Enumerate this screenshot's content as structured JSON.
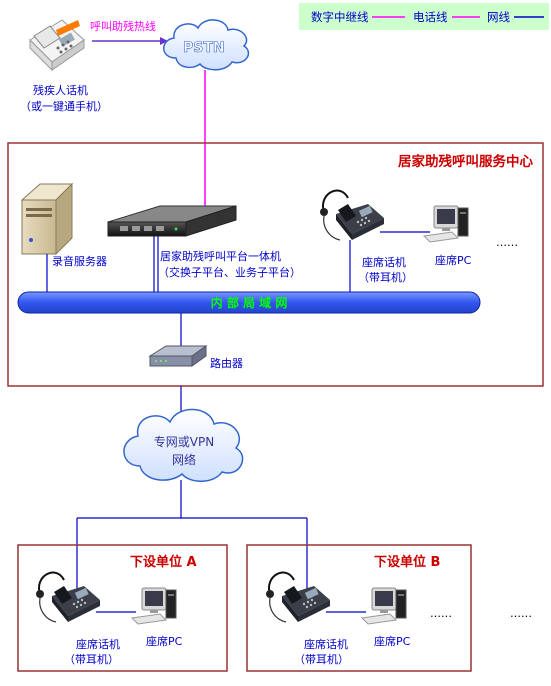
{
  "legend": {
    "items": [
      {
        "label": "数字中继线",
        "color": "#ff00ff"
      },
      {
        "label": "电话线",
        "color": "#ff00ff"
      },
      {
        "label": "网线",
        "color": "#0000cc"
      }
    ],
    "background": "#ccffcc"
  },
  "top": {
    "disabled_phone_label_1": "残疾人话机",
    "disabled_phone_label_2": "（或一键通手机）",
    "hotline_label": "呼叫助残热线",
    "pstn_label": "PSTN"
  },
  "center": {
    "title": "居家助残呼叫服务中心",
    "recording_server_label": "录音服务器",
    "platform_label_1": "居家助残呼叫平台一体机",
    "platform_label_2": "（交换子平台、业务子平台）",
    "seat_phone_label_1": "座席话机",
    "seat_phone_label_2": "（带耳机）",
    "seat_pc_label": "座席PC",
    "ellipsis": "……",
    "lan_label": "内 部 局 域 网",
    "router_label": "路由器"
  },
  "network": {
    "cloud_label_1": "专网或VPN",
    "cloud_label_2": "网络"
  },
  "unit_a": {
    "title": "下设单位  A",
    "seat_phone_label_1": "座席话机",
    "seat_phone_label_2": "（带耳机）",
    "seat_pc_label": "座席PC"
  },
  "unit_b": {
    "title": "下设单位  B",
    "seat_phone_label_1": "座席话机",
    "seat_phone_label_2": "（带耳机）",
    "seat_pc_label": "座席PC",
    "ellipsis": "……"
  },
  "outside_ellipsis": "……",
  "colors": {
    "frame": "#993333",
    "title_red": "#cc0000",
    "lan_fill": "#4466ee",
    "lan_text": "#00ff00",
    "net_line": "#0000cc",
    "pstn_line": "#ff00ff",
    "cloud_text": "#333399"
  }
}
